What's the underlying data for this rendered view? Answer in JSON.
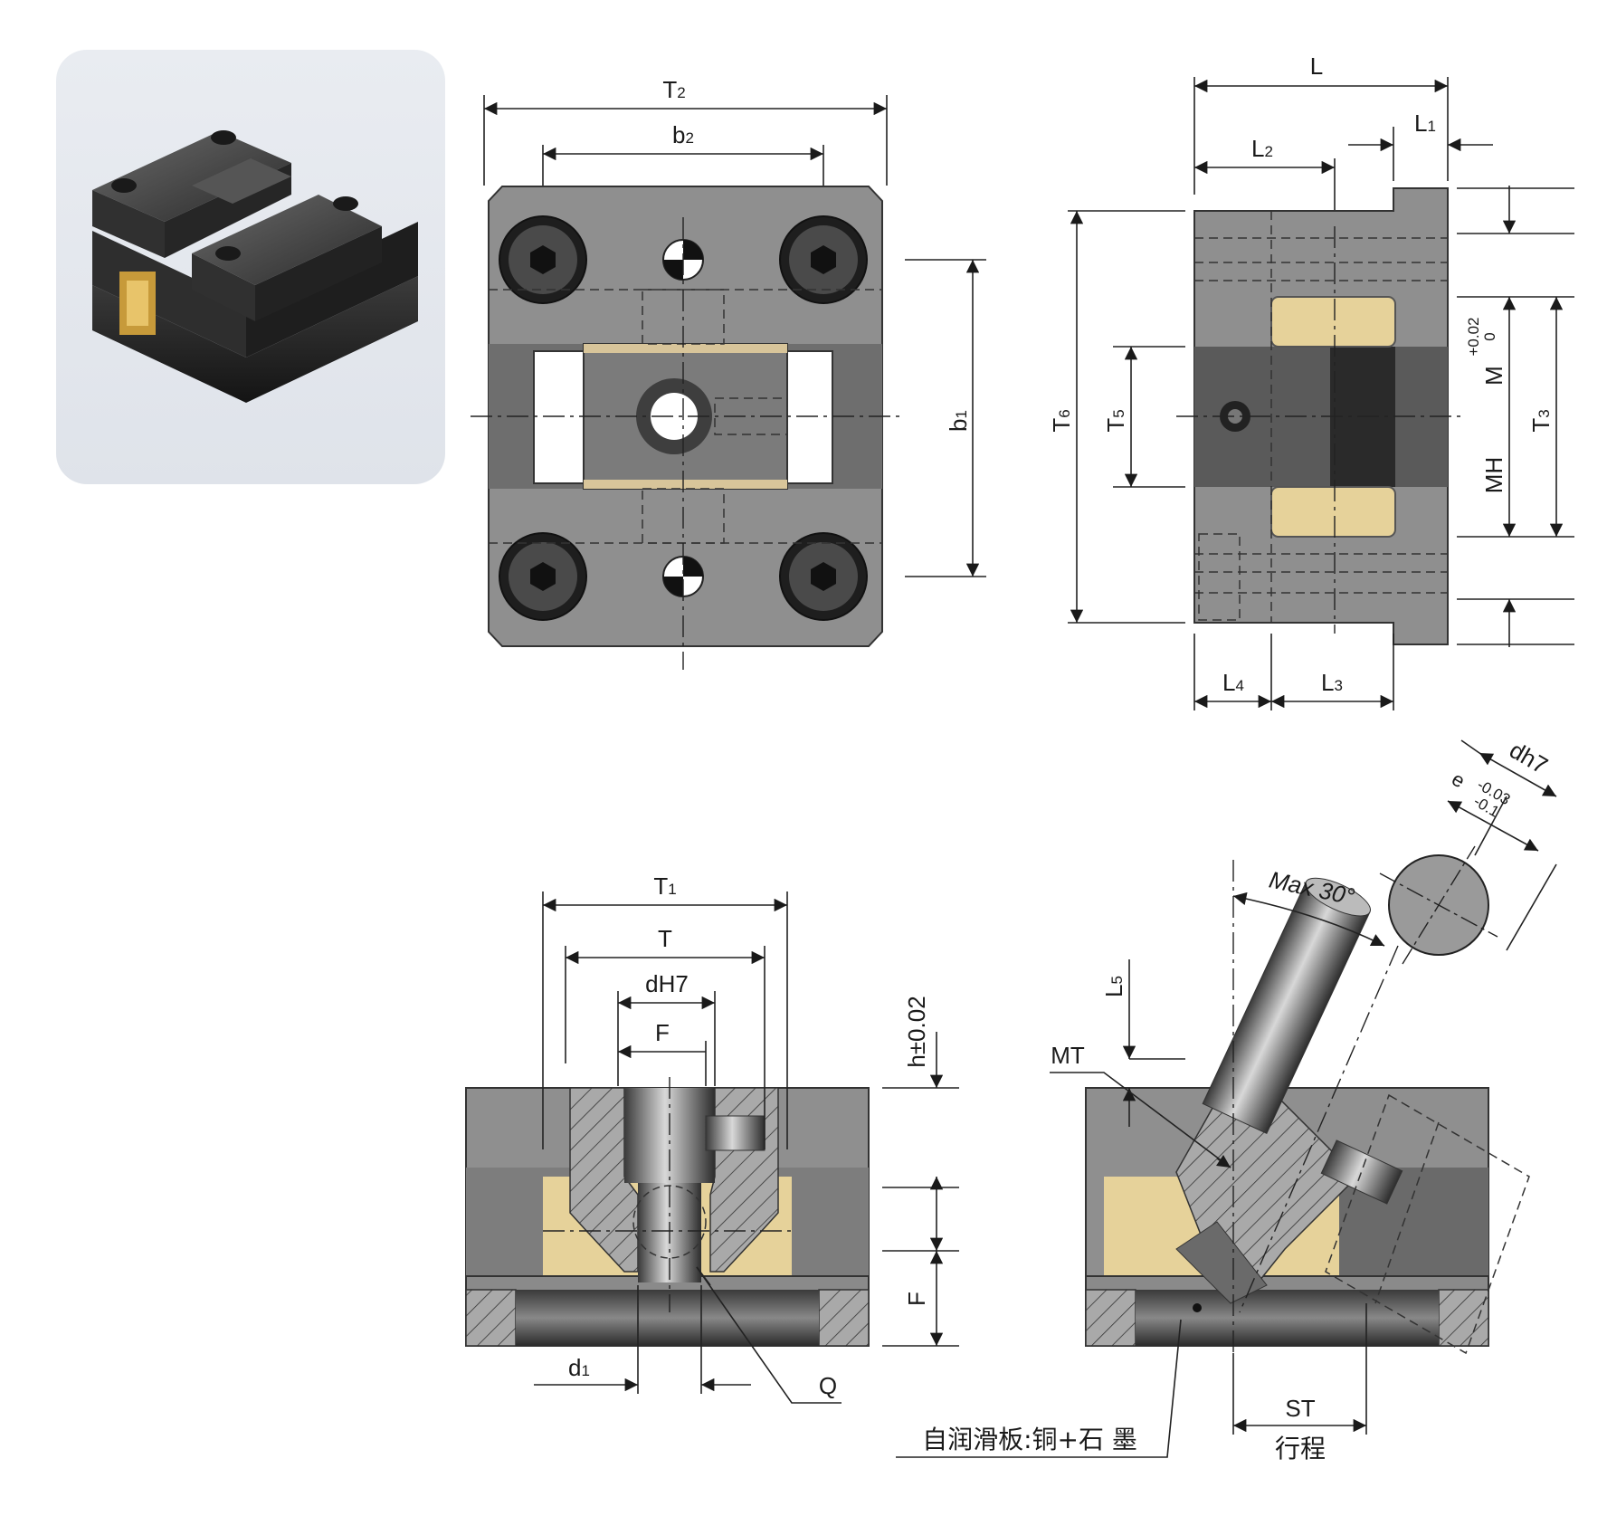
{
  "top_view": {
    "T2": "T",
    "T2_sub": "2",
    "b2": "b",
    "b2_sub": "2",
    "b1": "b",
    "b1_sub": "1"
  },
  "side_view": {
    "L": "L",
    "L1": "L",
    "L1_sub": "1",
    "L2": "L",
    "L2_sub": "2",
    "L3": "L",
    "L3_sub": "3",
    "L4": "L",
    "L4_sub": "4",
    "T3": "T",
    "T3_sub": "3",
    "T5": "T",
    "T5_sub": "5",
    "T6": "T",
    "T6_sub": "6",
    "M": "M",
    "M_tol_upper": "+0.02",
    "M_tol_lower": "0",
    "MH": "MH"
  },
  "section_view": {
    "T1": "T",
    "T1_sub": "1",
    "T": "T",
    "dH7": "dH7",
    "F_top": "F",
    "F_side": "F",
    "h": "h±0.02",
    "d1": "d",
    "d1_sub": "1",
    "Q": "Q"
  },
  "tilt_view": {
    "dh7": "dh7",
    "e": "e",
    "e_tol_upper": "-0.03",
    "e_tol_lower": "-0.1",
    "max_angle": "Max 30°",
    "L5": "L",
    "L5_sub": "5",
    "MT": "MT",
    "ST": "ST",
    "stroke": "行程",
    "material_note": "自润滑板:铜+石 墨"
  },
  "colors": {
    "steel": "#8f8f8f",
    "steel_dark": "#4a4a4a",
    "bronze": "#e6d29a",
    "line": "#1a1a1a"
  }
}
